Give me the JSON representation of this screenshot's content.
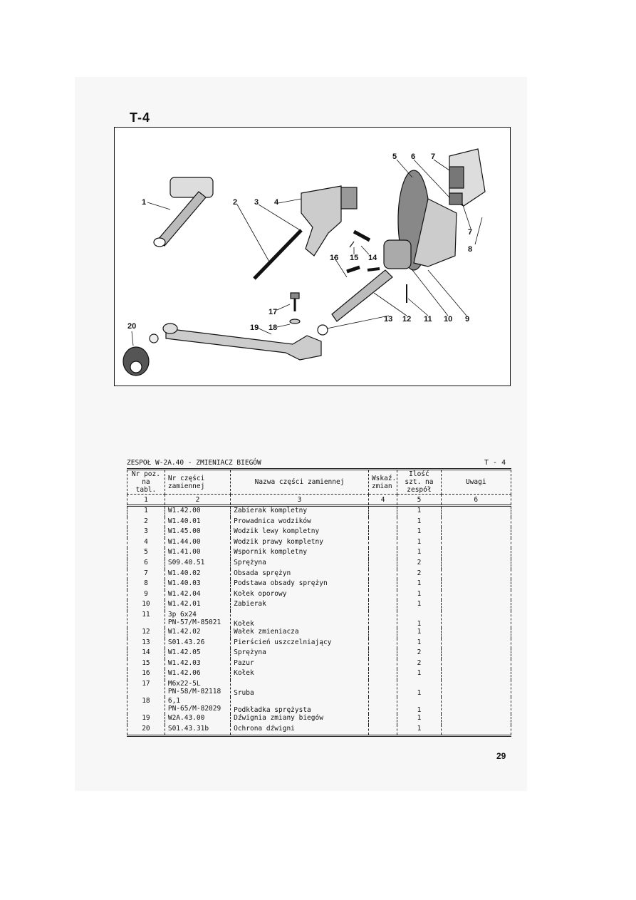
{
  "plate": {
    "label": "T-4"
  },
  "figure": {
    "callouts": [
      "1",
      "2",
      "3",
      "4",
      "5",
      "6",
      "7",
      "7",
      "8",
      "9",
      "10",
      "11",
      "12",
      "13",
      "14",
      "15",
      "16",
      "17",
      "18",
      "19",
      "20"
    ]
  },
  "table": {
    "assembly_title": "ZESPOŁ W-2A.40 - ZMIENIACZ BIEGÓW",
    "plate_ref": "T - 4",
    "headers": {
      "pos": "Nr poz. na tabl.",
      "code": "Nr części zamiennej",
      "name": "Nazwa części zamiennej",
      "change": "Wskaź. zmian",
      "qty": "Ilość szt. na zespół",
      "remarks": "Uwagi"
    },
    "column_numbers": [
      "1",
      "2",
      "3",
      "4",
      "5",
      "6"
    ],
    "rows": [
      {
        "pos": "1",
        "code": "W1.42.00",
        "name": "Zabierak kompletny",
        "qty": "1"
      },
      {
        "pos": "2",
        "code": "W1.40.01",
        "name": "Prowadnica wodzików",
        "qty": "1"
      },
      {
        "pos": "3",
        "code": "W1.45.00",
        "name": "Wodzik lewy kompletny",
        "qty": "1"
      },
      {
        "pos": "4",
        "code": "W1.44.00",
        "name": "Wodzik prawy kompletny",
        "qty": "1"
      },
      {
        "pos": "5",
        "code": "W1.41.00",
        "name": "Wspornik kompletny",
        "qty": "1"
      },
      {
        "pos": "6",
        "code": "S09.40.51",
        "name": "Sprężyna",
        "qty": "2"
      },
      {
        "pos": "7",
        "code": "W1.40.02",
        "name": "Obsada sprężyn",
        "qty": "2"
      },
      {
        "pos": "8",
        "code": "W1.40.03",
        "name": "Podstawa obsady sprężyn",
        "qty": "1"
      },
      {
        "pos": "9",
        "code": "W1.42.04",
        "name": "Kołek oporowy",
        "qty": "1"
      },
      {
        "pos": "10",
        "code": "W1.42.01",
        "name": "Zabierak",
        "qty": "1"
      },
      {
        "pos": "11",
        "code": "3p 6x24",
        "code2": "PN-57/M-85021",
        "name": "Kołek",
        "qty": "1"
      },
      {
        "pos": "12",
        "code": "W1.42.02",
        "name": "Wałek zmieniacza",
        "qty": "1"
      },
      {
        "pos": "13",
        "code": "S01.43.26",
        "name": "Pierścień uszczelniający",
        "qty": "1"
      },
      {
        "pos": "14",
        "code": "W1.42.05",
        "name": "Sprężyna",
        "qty": "2"
      },
      {
        "pos": "15",
        "code": "W1.42.03",
        "name": "Pazur",
        "qty": "2"
      },
      {
        "pos": "16",
        "code": "W1.42.06",
        "name": "Kołek",
        "qty": "1"
      },
      {
        "pos": "17",
        "code": "M6x22-5L",
        "code2": "PN-58/M-82118",
        "name": "Sruba",
        "qty": "1"
      },
      {
        "pos": "18",
        "code": "6,1",
        "code2": "PN-65/M-82029",
        "name": "Podkładka sprężysta",
        "qty": "1"
      },
      {
        "pos": "19",
        "code": "W2A.43.00",
        "name": "Dźwignia zmiany biegów",
        "qty": "1"
      },
      {
        "pos": "20",
        "code": "S01.43.31b",
        "name": "Ochrona dźwigni",
        "qty": "1"
      }
    ]
  },
  "page_number": "29"
}
